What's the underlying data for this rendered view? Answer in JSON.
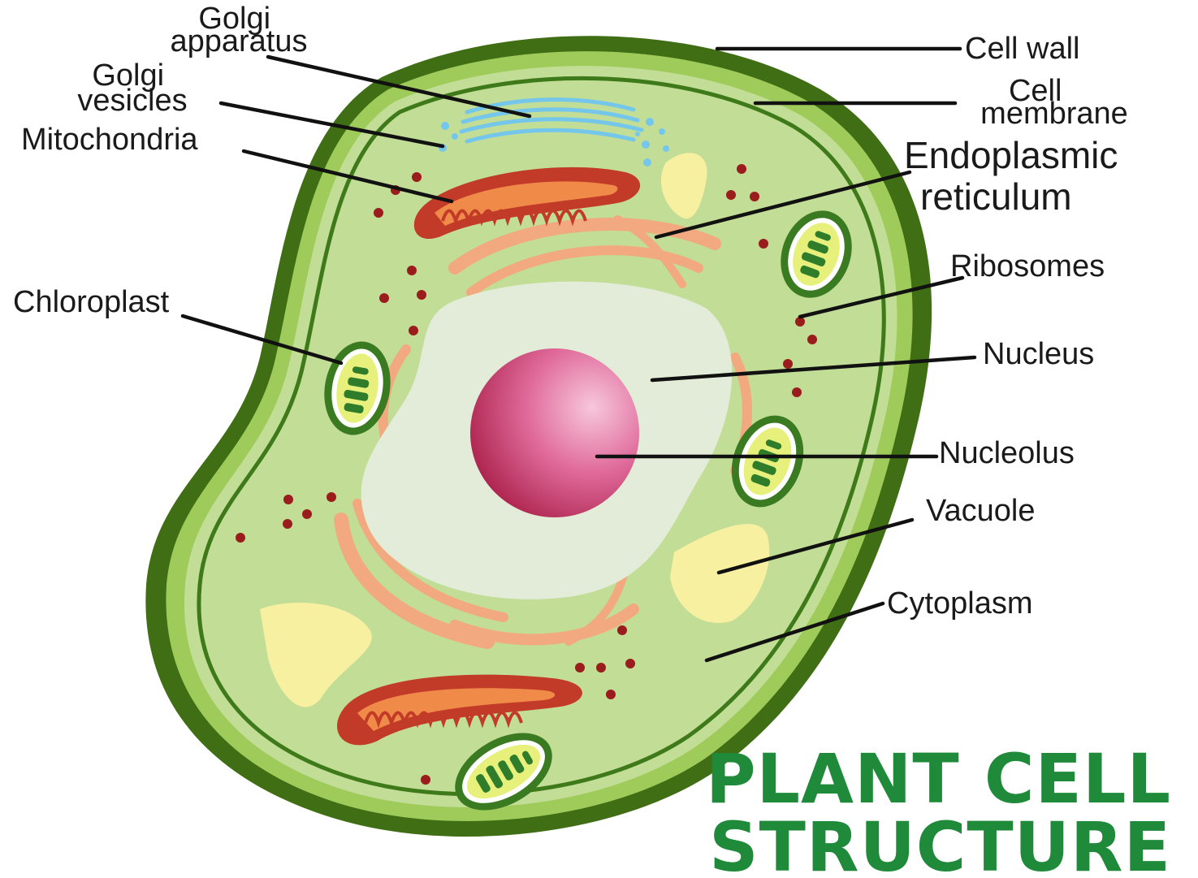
{
  "labels": {
    "golgi_apparatus": [
      "Golgi",
      "apparatus"
    ],
    "golgi_vesicles": [
      "Golgi",
      "vesicles"
    ],
    "mitochondria": "Mitochondria",
    "chloroplast": "Chloroplast",
    "cell_wall": "Cell wall",
    "cell_membrane": [
      "Cell",
      "membrane"
    ],
    "endoplasmic_reticulum": [
      "Endoplasmic",
      "reticulum"
    ],
    "ribosomes": "Ribosomes",
    "nucleus": "Nucleus",
    "nucleolus": "Nucleolus",
    "vacuole": "Vacuole",
    "cytoplasm": "Cytoplasm"
  },
  "title": [
    "PLANT CELL",
    "STRUCTURE"
  ],
  "colors": {
    "cell_wall": "#3f6e14",
    "cell_wall_inner": "#8cbf4a",
    "cytoplasm": "#c2dd96",
    "membrane": "#3f7a1a",
    "nucleus": "#e3ecd8",
    "nucleolus": "#c2185b",
    "er": "#f2a97f",
    "golgi": "#74c6ea",
    "mitochondria_outer": "#c23a28",
    "mitochondria_inner": "#f08a48",
    "chloroplast_outer": "#3a7a20",
    "chloroplast_inner": "#e6f07a",
    "vacuole": "#f7f0a0",
    "ribosome": "#9b1c1c",
    "title": "#1f8a3a"
  }
}
